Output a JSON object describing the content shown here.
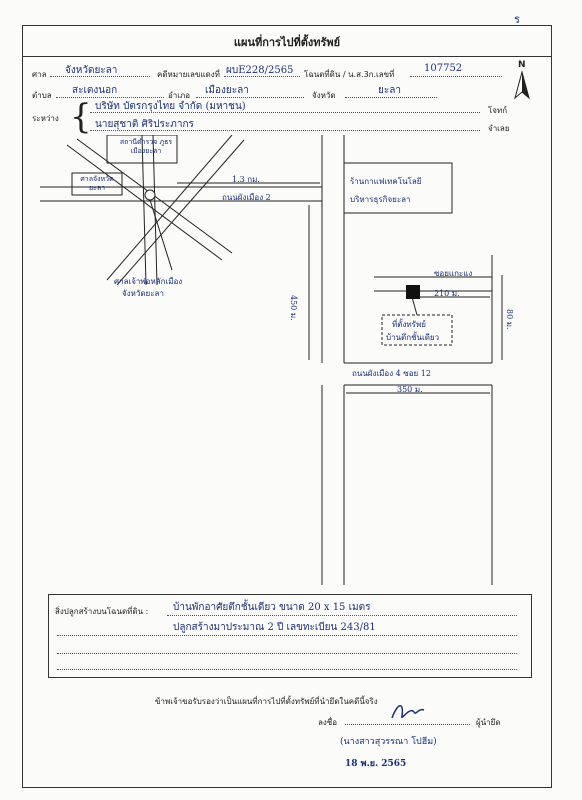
{
  "corner_mark": "ร",
  "title": "แผนที่การไปที่ตั้งทรัพย์",
  "header": {
    "court_label": "ศาล",
    "court_value": "จังหวัดยะลา",
    "case_label": "คดีหมายเลขแดงที่",
    "case_value": "ผบE228/2565",
    "deed_label": "โฉนดที่ดิน / น.ส.3ก.เลขที่",
    "deed_value": "107752",
    "subdistrict_label": "ตำบล",
    "subdistrict_value": "สะเตงนอก",
    "district_label": "อำเภอ",
    "district_value": "เมืองยะลา",
    "province_label": "จังหวัด",
    "province_value": "ยะลา",
    "between_label": "ระหว่าง",
    "plaintiff_value": "บริษัท บัตรกรุงไทย จำกัด (มหาชน)",
    "plaintiff_role": "โจทก์",
    "defendant_value": "นายสุชาติ ศิริประภากร",
    "defendant_role": "จำเลย",
    "north": "N"
  },
  "map": {
    "office_label": "สถานีตำรวจ ภูธรเมืองยะลา",
    "court_label": "ศาลจังหวัด ยะลา",
    "shrine_line1": "ศาลเจ้าพ่อหลักเมือง",
    "shrine_line2": "จังหวัดยะลา",
    "dist_1": "1.3 กม.",
    "road_1": "ถนนผังเมือง 2",
    "shop_line1": "ร้านกาแฟเทคโนโลยี",
    "shop_line2": "บริหารธุรกิจยะลา",
    "dist_450": "450 ม.",
    "soi_label": "ซอยแกะแง",
    "dist_210": "210 ม.",
    "dist_80": "80 ม.",
    "site_line1": "ที่ตั้งทรัพย์",
    "site_line2": "บ้านตึกชั้นเดียว",
    "road_2": "ถนนผังเมือง 4 ซอย 12",
    "dist_350": "350 ม."
  },
  "buildings": {
    "label": "สิ่งปลูกสร้างบนโฉนดที่ดิน :",
    "line1": "บ้านพักอาศัยตึกชั้นเดียว  ขนาด 20 x 15 เมตร",
    "line2": "ปลูกสร้างมาประมาณ 2 ปี  เลขทะเบียน 243/81"
  },
  "certification": {
    "statement": "ข้าพเจ้าขอรับรองว่าเป็นแผนที่การไปที่ตั้งทรัพย์ที่นำยึดในคดีนี้จริง",
    "sign_label": "ลงชื่อ",
    "role": "ผู้นำยึด",
    "name": "(นางสาวสุวรรณา โปฮีม)",
    "date": "18 พ.ย. 2565"
  }
}
